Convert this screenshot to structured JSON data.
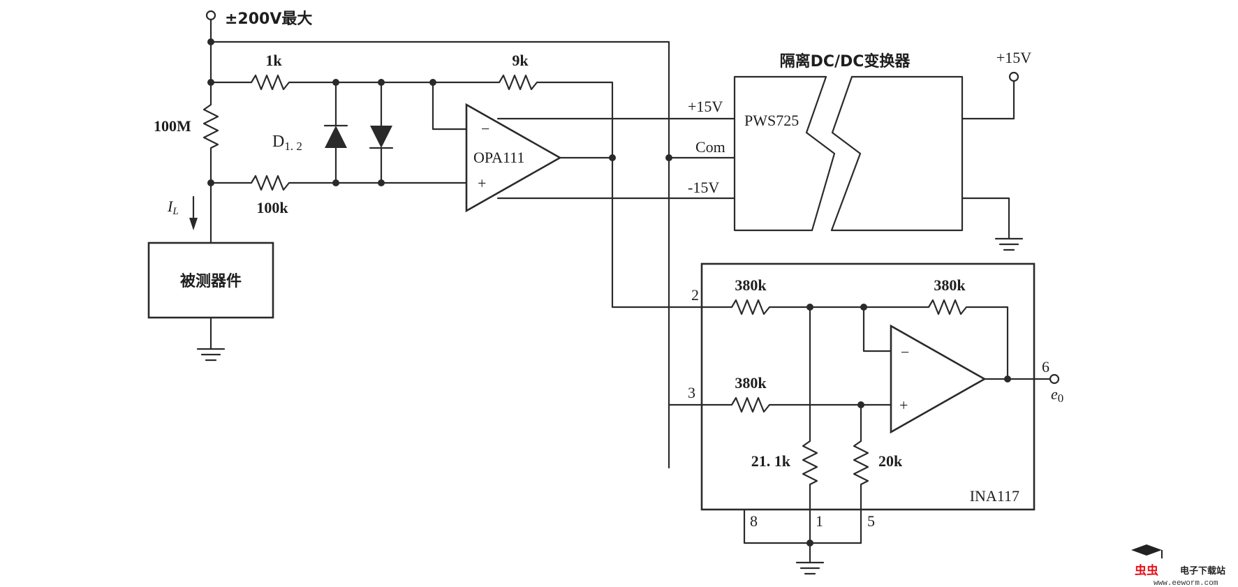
{
  "labels": {
    "supply_max": "±200V最大",
    "r_1k": "1k",
    "r_9k": "9k",
    "r_100m": "100M",
    "r_100k": "100k",
    "diode_label_main": "D",
    "diode_label_sub": "1. 2",
    "current_main": "I",
    "current_sub": "L",
    "dut": "被测器件",
    "opamp1": "OPA111",
    "opamp1_minus": "−",
    "opamp1_plus": "+",
    "converter_title": "隔离DC/DC变换器",
    "converter_part": "PWS725",
    "p15_in": "+15V",
    "com": "Com",
    "m15_in": "-15V",
    "p15_out": "+15V",
    "pin2": "2",
    "pin3": "3",
    "pin6": "6",
    "pin8": "8",
    "pin1": "1",
    "pin5": "5",
    "r380_a": "380k",
    "r380_b": "380k",
    "r380_c": "380k",
    "r21k": "21. 1k",
    "r20k": "20k",
    "opamp2_minus": "−",
    "opamp2_plus": "+",
    "ina": "INA117",
    "out_main": "e",
    "out_sub": "0"
  },
  "watermark": {
    "logo": "虫虫",
    "site": "电子下载站",
    "url": "www.eeworm.com"
  },
  "colors": {
    "ink": "#2a2a2a",
    "watermark_red": "#e8101a"
  }
}
